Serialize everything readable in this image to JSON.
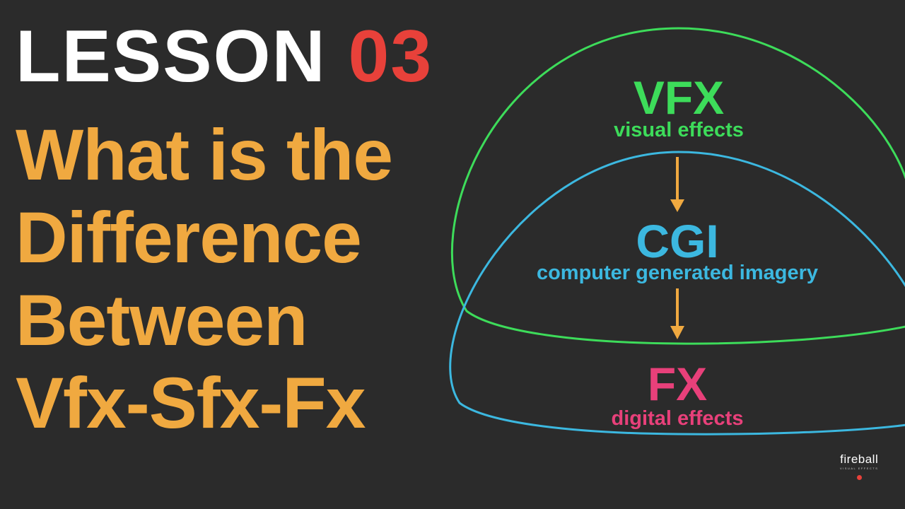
{
  "title": {
    "lesson": "LESSON",
    "number": "03"
  },
  "question_lines": [
    "What is the",
    "Difference",
    "Between",
    "Vfx-Sfx-Fx"
  ],
  "diagram": {
    "vfx": {
      "title": "VFX",
      "subtitle": "visual effects",
      "color": "#3ddc5a"
    },
    "cgi": {
      "title": "CGI",
      "subtitle": "computer generated imagery",
      "color": "#3cb8e0"
    },
    "fx": {
      "title": "FX",
      "subtitle": "digital effects",
      "color": "#e8407a"
    },
    "arrow_color": "#f0a940"
  },
  "logo": {
    "name": "fireball",
    "tagline": "VISUAL EFFECTS"
  },
  "colors": {
    "background": "#2b2b2b",
    "accent_red": "#e8413a",
    "orange": "#f0a940"
  }
}
